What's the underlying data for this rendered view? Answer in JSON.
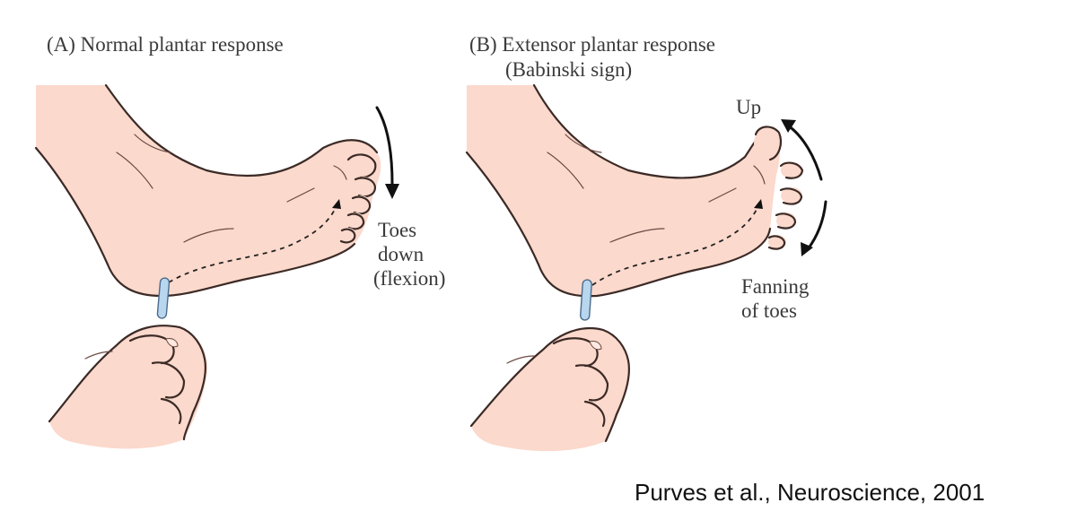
{
  "panel_a": {
    "title": "(A)  Normal plantar response",
    "label_line1": "Toes",
    "label_line2": "down",
    "label_line3": "(flexion)"
  },
  "panel_b": {
    "title_line1": "(B)  Extensor plantar response",
    "title_line2": "(Babinski sign)",
    "label_up": "Up",
    "label_fan_line1": "Fanning",
    "label_fan_line2": "of toes"
  },
  "citation": "Purves et al., Neuroscience, 2001",
  "colors": {
    "skin": "#fbd9cc",
    "outline": "#3b2a26",
    "probe": "#b9d6ef"
  }
}
